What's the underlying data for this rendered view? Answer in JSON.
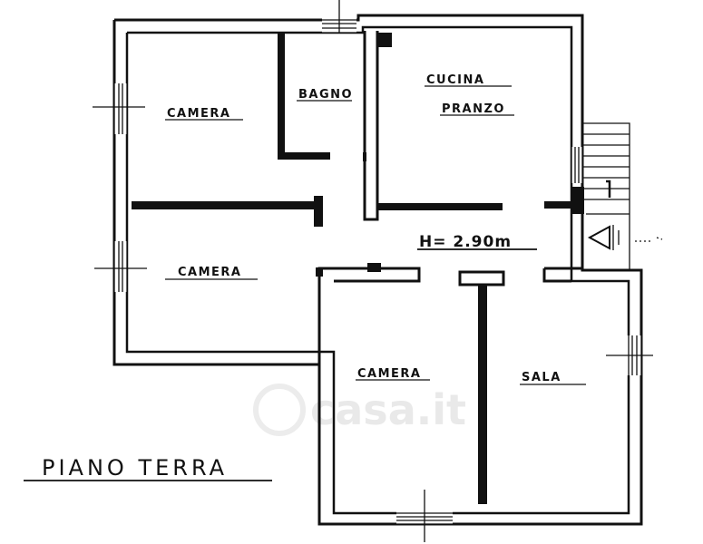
{
  "plan": {
    "title": "PIANO TERRA",
    "ceiling_height": "H= 2.90m",
    "rooms": {
      "camera_top_left": "CAMERA",
      "bagno": "BAGNO",
      "cucina": "CUCINA",
      "pranzo": "PRANZO",
      "camera_mid_left": "CAMERA",
      "camera_bottom": "CAMERA",
      "sala": "SALA"
    },
    "watermark": "casa.it"
  }
}
